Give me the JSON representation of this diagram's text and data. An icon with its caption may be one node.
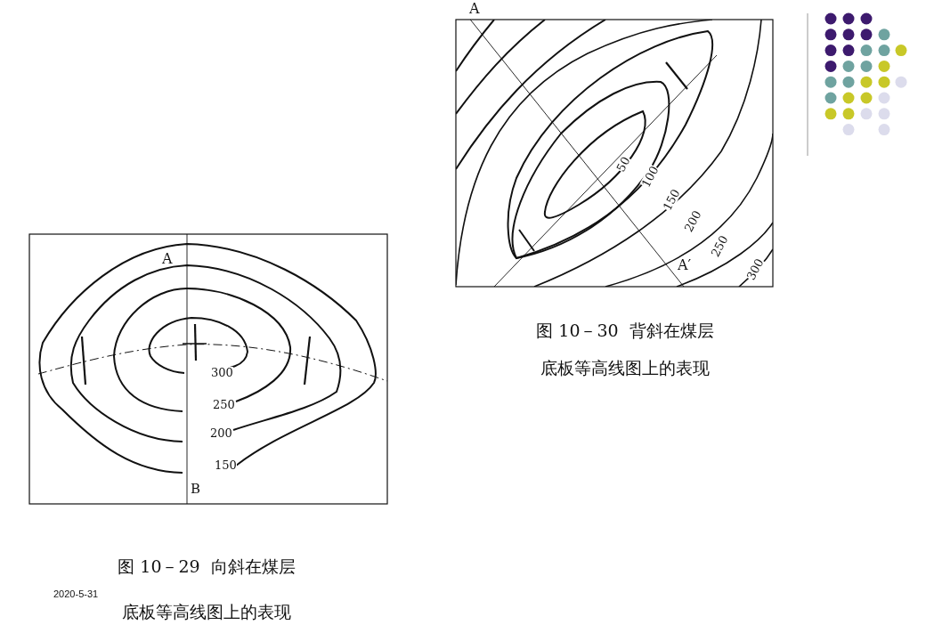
{
  "diagram": {
    "labels": [
      "A",
      "50",
      "100",
      "150",
      "200",
      "250",
      "300",
      "A′",
      "图 10－30  背斜在煤层",
      "底板等高线图上的表现",
      "A",
      "300",
      "250",
      "200",
      "150",
      "B",
      "图 10－29  向斜在煤层",
      "2020-5-31",
      "底板等高线图上的表现"
    ]
  }
}
